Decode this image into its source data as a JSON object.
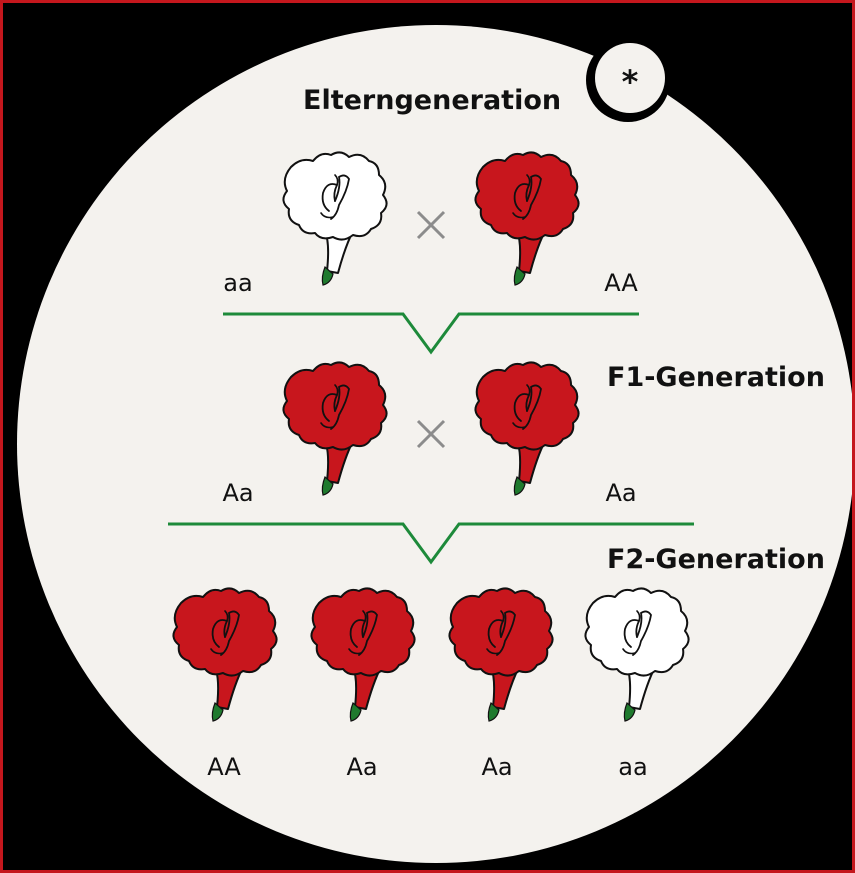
{
  "badge": "*",
  "generations": [
    {
      "heading": "Elterngeneration",
      "genotypes": [
        "aa",
        "AA"
      ],
      "flower_colors": [
        "white",
        "red"
      ]
    },
    {
      "heading": "F1-Generation",
      "genotypes": [
        "Aa",
        "Aa"
      ],
      "flower_colors": [
        "red",
        "red"
      ]
    },
    {
      "heading": "F2-Generation",
      "genotypes": [
        "AA",
        "Aa",
        "Aa",
        "aa"
      ],
      "flower_colors": [
        "red",
        "red",
        "red",
        "white"
      ]
    }
  ],
  "cross_symbol": "×",
  "colors": {
    "red_flower": "#c8161d",
    "white_flower": "#ffffff",
    "line": "#1d8a3a",
    "sepal": "#1f7a2e",
    "cross": "#8c8c8c",
    "background": "#f4f2ee",
    "frame": "#c4171d"
  }
}
